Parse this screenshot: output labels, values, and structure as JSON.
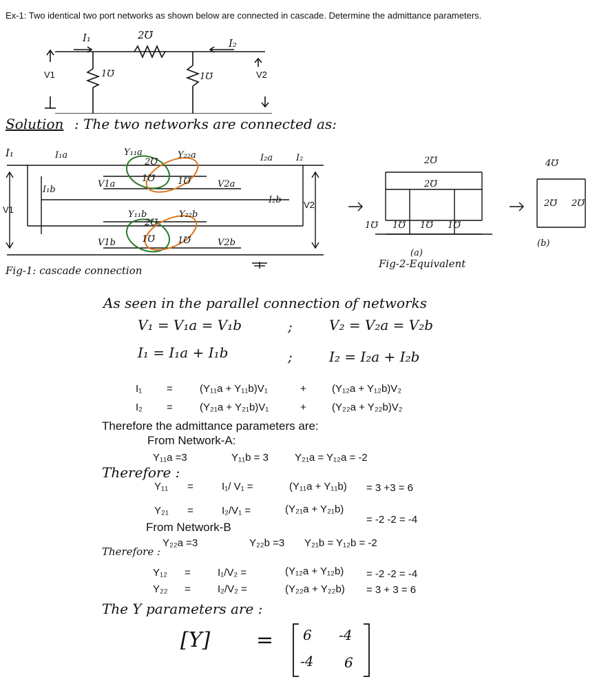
{
  "title": "Ex-1: Two identical two port networks as shown below are connected in cascade. Determine the admittance parameters.",
  "fig_top": {
    "labels": {
      "v1": "V1",
      "v2": "V2",
      "i1": "I₁",
      "i2": "I₂",
      "g_series": "2℧",
      "g_left": "1℧",
      "g_right": "1℧"
    }
  },
  "solution": {
    "label": "Solution",
    "text": ": The two networks are connected as:"
  },
  "fig1": {
    "labels": {
      "i1": "I₁",
      "i1a": "I₁a",
      "i1b": "I₁b",
      "i2a": "I₂a",
      "i2": "I₂",
      "i2b": "I₂b",
      "v1": "V1",
      "v2": "V2",
      "v1a": "V1a",
      "v2a": "V2a",
      "v1b": "V1b",
      "v2b": "V2b",
      "y11a": "Y₁₁a",
      "y22a": "Y₂₂a",
      "y11b": "Y₁₁b",
      "y22b": "Y₂₂b",
      "g2a": "2℧",
      "g1a": "1℧",
      "g1a2": "1℧",
      "g2b": "2℧",
      "g1b": "1℧",
      "g1b2": "1℧"
    },
    "caption": "Fig-1: cascade connection"
  },
  "fig2": {
    "labels": {
      "g_top": "2℧",
      "g_mid": "2℧",
      "g_a1": "1℧",
      "g_a2": "1℧",
      "g_a3": "1℧",
      "g_a4": "1℧",
      "g_b_top": "4℧",
      "g_b1": "2℧",
      "g_b2": "2℧",
      "a": "(a)",
      "b": "(b)"
    },
    "caption": "Fig-2-Equivalent"
  },
  "handwritten": {
    "parallel_line": "As seen in the parallel connection of networks",
    "eq1_left": "V₁ = V₁a = V₁b",
    "eq1_sep": ";",
    "eq1_right": "V₂ = V₂a = V₂b",
    "eq2_left": "I₁ = I₁a + I₁b",
    "eq2_sep": ";",
    "eq2_right": "I₂ = I₂a + I₂b"
  },
  "equations": {
    "i1": "I₁",
    "eq": "=",
    "i1_a": "(Y₁₁a + Y₁₁b)V₁",
    "plus": "+",
    "i1_b": "(Y₁₂a + Y₁₂b)V₂",
    "i2": "I₂",
    "eq2": "=",
    "i2_a": "(Y₂₁a + Y₂₁b)V₁",
    "plus2": "+",
    "i2_b": "(Y₂₂a + Y₂₂b)V₂"
  },
  "therefore_params": "Therefore the admittance parameters are:",
  "from_a": "From Network-A:",
  "net_a": {
    "y11a": "Y₁₁a  =3",
    "y11b": "Y₁₁b  = 3",
    "y21a": "Y₂₁a  = Y₁₂a = -2"
  },
  "therefore1": "Therefore :",
  "y11_row": {
    "lhs": "Y₁₁",
    "eq": "=",
    "mid": "I₁/ V₁  =",
    "sum": "(Y₁₁a + Y₁₁b)",
    "res": "= 3 +3 = 6"
  },
  "y21_row": {
    "lhs": "Y₂₁",
    "eq": "=",
    "mid": "I₂/V₁  =",
    "sum": "(Y₂₁a + Y₂₁b)",
    "res": "= -2 -2 = -4"
  },
  "from_b": "From Network-B",
  "net_b": {
    "y22a": "Y₂₂a =3",
    "y22b": "Y₂₂b =3",
    "y21b": "Y₂₁b = Y₁₂b  = -2"
  },
  "therefore2": "Therefore :",
  "y12_row": {
    "lhs": "Y₁₂",
    "eq": "=",
    "mid": "I₁/V₂  =",
    "sum": "(Y₁₂a + Y₁₂b)",
    "res": "= -2 -2 = -4"
  },
  "y22_row": {
    "lhs": "Y₂₂",
    "eq": "=",
    "mid": "I₂/V₂  =",
    "sum": "(Y₂₂a + Y₂₂b)",
    "res": "= 3 + 3 = 6"
  },
  "y_params_line": "The Y parameters are :",
  "matrix": {
    "lhs": "[Y]",
    "eq": "=",
    "a11": "6",
    "a12": "-4",
    "a21": "-4",
    "a22": "6"
  }
}
